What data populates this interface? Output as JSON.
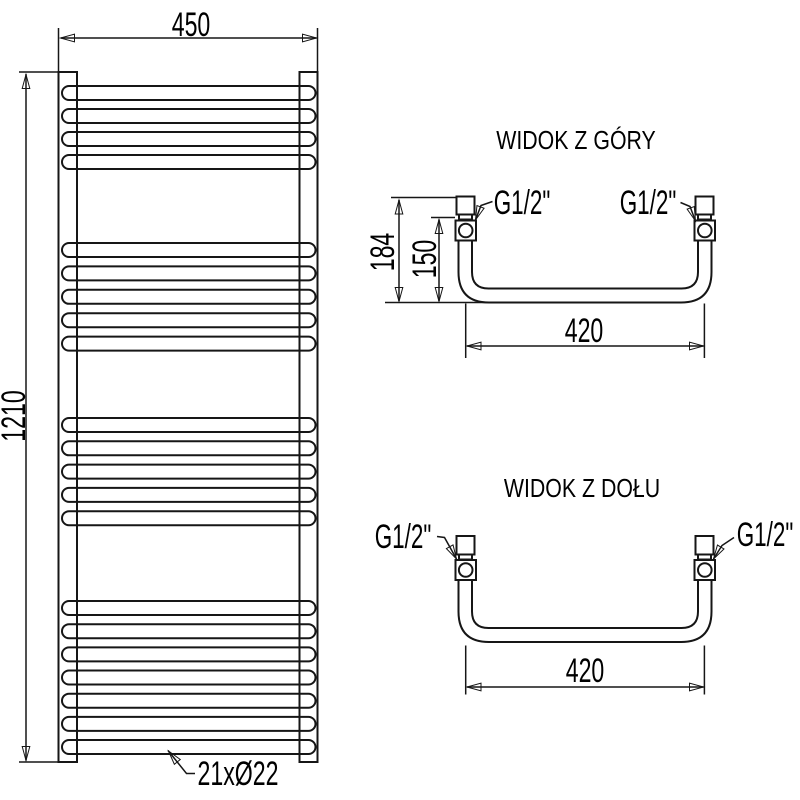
{
  "front_view": {
    "width_dim": "450",
    "height_dim": "1210",
    "tubes_label": "21xØ22"
  },
  "top_view": {
    "title": "WIDOK Z GÓRY",
    "total_depth_dim": "184",
    "pipe_axis_depth_dim": "150",
    "connection_spacing_dim": "420",
    "left_connection": "G1/2\"",
    "right_connection": "G1/2\""
  },
  "bottom_view": {
    "title": "WIDOK Z DOŁU",
    "connection_spacing_dim": "420",
    "left_connection": "G1/2\"",
    "right_connection": "G1/2\""
  },
  "colors": {
    "line": "#161616",
    "background": "#ffffff"
  }
}
